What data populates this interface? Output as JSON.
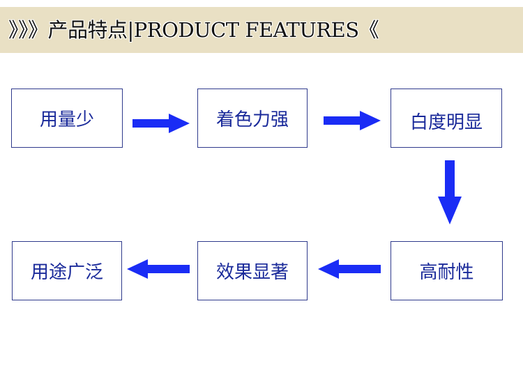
{
  "header": {
    "title": "》》》产品特点|PRODUCT FEATURES《"
  },
  "flow": {
    "steps": [
      {
        "label": "用量少"
      },
      {
        "label": "着色力强"
      },
      {
        "label": "白度明显"
      },
      {
        "label": "高耐性"
      },
      {
        "label": "效果显著"
      },
      {
        "label": "用途广泛"
      }
    ]
  },
  "colors": {
    "header_bg": "#e9e0c4",
    "box_border": "#2f3a8c",
    "text": "#1a2a9a",
    "arrow": "#1a2cf5"
  },
  "icons": {
    "connector": "arrow-icon"
  }
}
